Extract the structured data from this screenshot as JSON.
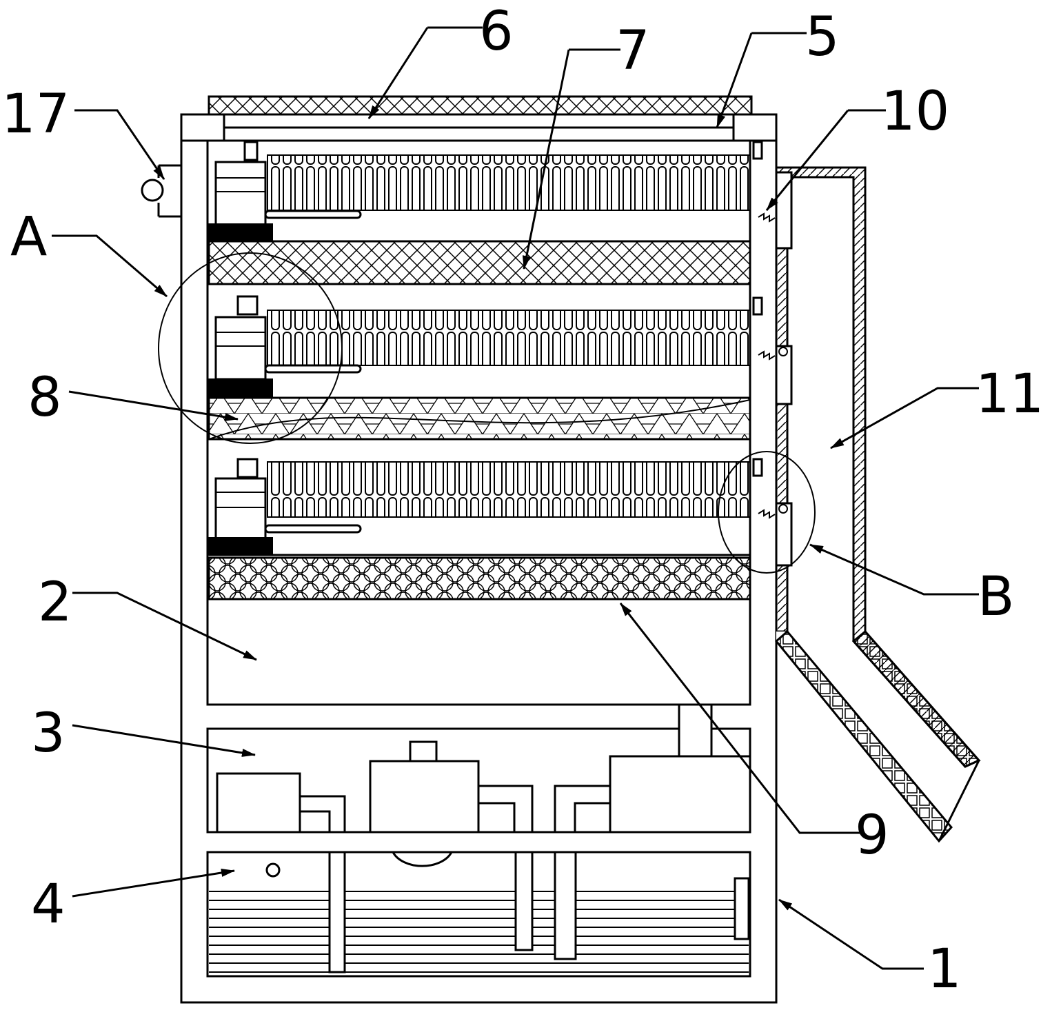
{
  "figure": {
    "labels": {
      "l1": "1",
      "l2": "2",
      "l3": "3",
      "l4": "4",
      "l5": "5",
      "l6": "6",
      "l7": "7",
      "l8": "8",
      "l9": "9",
      "l10": "10",
      "l11": "11",
      "l17": "17",
      "lA": "A",
      "lB": "B"
    }
  }
}
